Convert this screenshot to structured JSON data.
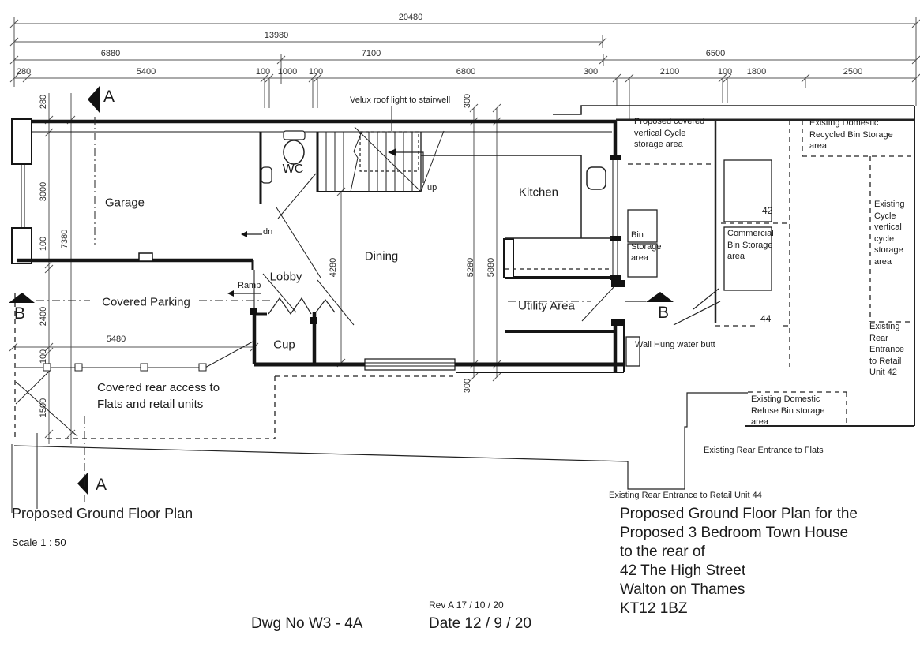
{
  "dims": {
    "overall": "20480",
    "sub_total": "13980",
    "row3": [
      "6880",
      "7100",
      "6500"
    ],
    "row4": [
      "280",
      "5400",
      "100",
      "1000",
      "100",
      "6800",
      "300",
      "2100",
      "100",
      "1800",
      "2500"
    ],
    "left": [
      "280",
      "3000",
      "100",
      "7380",
      "2400",
      "100",
      "1500"
    ],
    "mid": [
      "4280",
      "5280",
      "5880"
    ],
    "top_offset": "300",
    "bottom_offset": "300",
    "rear_width": "5480"
  },
  "rooms": {
    "garage": "Garage",
    "wc": "WC",
    "dining": "Dining",
    "kitchen": "Kitchen",
    "lobby": "Lobby",
    "cupboard": "Cup",
    "utility": "Utility Area",
    "covered_parking": "Covered Parking",
    "covered_rear_access": "Covered rear access to\nFlats and retail units"
  },
  "annotations": {
    "velux": "Velux roof light to stairwell",
    "up": "up",
    "down": "dn",
    "ramp": "Ramp",
    "bin_storage": "Bin\nStorage\narea",
    "wall_hung_water_butt": "Wall Hung water butt",
    "proposed_cycle_storage": "Proposed covered\nvertical Cycle\nstorage area",
    "recycled_bin_storage": "Existing Domestic\nRecycled Bin Storage\narea",
    "commercial_bin_storage": "Commercial\nBin Storage\narea",
    "existing_cycle_storage": "Existing\nCycle\nvertical\ncycle\nstorage\narea",
    "rear_entrance_retail_42": "Existing\nRear\nEntrance\nto Retail\nUnit 42",
    "refuse_bin_storage": "Existing Domestic\nRefuse Bin storage\narea",
    "rear_entrance_flats": "Existing Rear Entrance to Flats",
    "rear_entrance_retail_44": "Existing Rear Entrance to Retail Unit 44",
    "unit_42": "42",
    "unit_44": "44"
  },
  "sections": {
    "a": "A",
    "b": "B"
  },
  "title_block": {
    "plan_title": "Proposed Ground Floor Plan",
    "scale": "Scale  1 : 50",
    "rev": "Rev A 17 / 10 / 20",
    "dwg_no": "Dwg No  W3 - 4A",
    "date": "Date 12 / 9 / 20",
    "project_address": "Proposed Ground Floor Plan for the\nProposed 3 Bedroom Town House\nto the rear of\n42 The High Street\nWalton on Thames\nKT12 1BZ"
  }
}
